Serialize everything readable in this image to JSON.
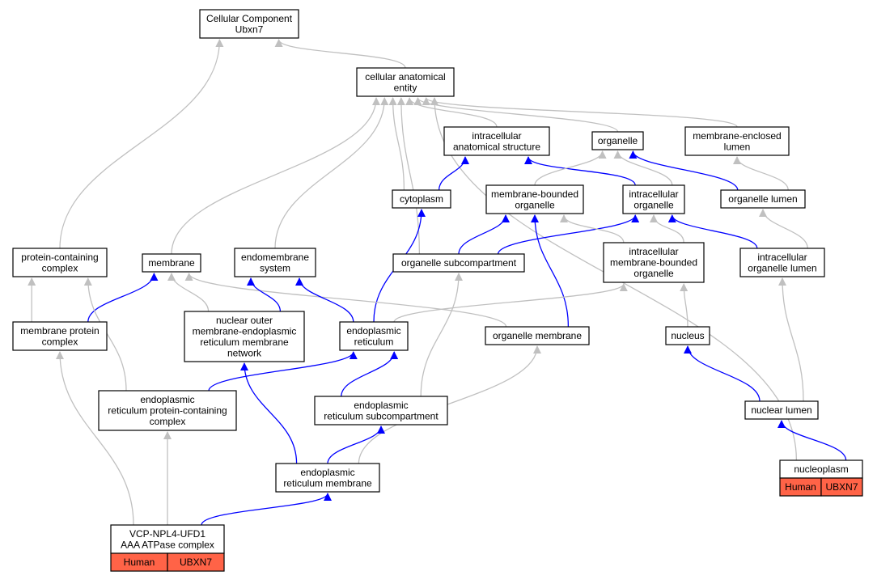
{
  "colors": {
    "is_a": "#c0c0c0",
    "part_of": "#0000ff",
    "annotation": "#ff6347"
  },
  "nodes": [
    {
      "id": "root",
      "lines": [
        "Cellular Component",
        "Ubxn7"
      ]
    },
    {
      "id": "cae",
      "lines": [
        "cellular anatomical",
        "entity"
      ]
    },
    {
      "id": "ias",
      "lines": [
        "intracellular",
        "anatomical structure"
      ]
    },
    {
      "id": "organelle",
      "lines": [
        "organelle"
      ]
    },
    {
      "id": "mel",
      "lines": [
        "membrane-enclosed",
        "lumen"
      ]
    },
    {
      "id": "cytoplasm",
      "lines": [
        "cytoplasm"
      ]
    },
    {
      "id": "mbo",
      "lines": [
        "membrane-bounded",
        "organelle"
      ]
    },
    {
      "id": "io",
      "lines": [
        "intracellular",
        "organelle"
      ]
    },
    {
      "id": "ol",
      "lines": [
        "organelle lumen"
      ]
    },
    {
      "id": "pcc",
      "lines": [
        "protein-containing",
        "complex"
      ]
    },
    {
      "id": "membrane",
      "lines": [
        "membrane"
      ]
    },
    {
      "id": "ems",
      "lines": [
        "endomembrane",
        "system"
      ]
    },
    {
      "id": "osc",
      "lines": [
        "organelle subcompartment"
      ]
    },
    {
      "id": "imbo",
      "lines": [
        "intracellular",
        "membrane-bounded",
        "organelle"
      ]
    },
    {
      "id": "iol",
      "lines": [
        "intracellular",
        "organelle lumen"
      ]
    },
    {
      "id": "mpc",
      "lines": [
        "membrane protein",
        "complex"
      ]
    },
    {
      "id": "noner",
      "lines": [
        "nuclear outer",
        "membrane-endoplasmic",
        "reticulum membrane",
        "network"
      ]
    },
    {
      "id": "er",
      "lines": [
        "endoplasmic",
        "reticulum"
      ]
    },
    {
      "id": "om",
      "lines": [
        "organelle membrane"
      ]
    },
    {
      "id": "nucleus",
      "lines": [
        "nucleus"
      ]
    },
    {
      "id": "erpcc",
      "lines": [
        "endoplasmic",
        "reticulum protein-containing",
        "complex"
      ]
    },
    {
      "id": "ersc",
      "lines": [
        "endoplasmic",
        "reticulum subcompartment"
      ]
    },
    {
      "id": "nl",
      "lines": [
        "nuclear lumen"
      ]
    },
    {
      "id": "erm",
      "lines": [
        "endoplasmic",
        "reticulum membrane"
      ]
    },
    {
      "id": "nucleoplasm",
      "lines": [
        "nucleoplasm"
      ],
      "tags": [
        "Human",
        "UBXN7"
      ]
    },
    {
      "id": "vcp",
      "lines": [
        "VCP-NPL4-UFD1",
        "AAA ATPase complex"
      ],
      "tags": [
        "Human",
        "UBXN7"
      ]
    }
  ],
  "edges": [
    {
      "from": "cae",
      "to": "root",
      "type": "is_a"
    },
    {
      "from": "pcc",
      "to": "root",
      "type": "is_a"
    },
    {
      "from": "ias",
      "to": "cae",
      "type": "is_a"
    },
    {
      "from": "organelle",
      "to": "cae",
      "type": "is_a"
    },
    {
      "from": "mel",
      "to": "cae",
      "type": "is_a"
    },
    {
      "from": "cytoplasm",
      "to": "cae",
      "type": "is_a"
    },
    {
      "from": "membrane",
      "to": "cae",
      "type": "is_a"
    },
    {
      "from": "ems",
      "to": "cae",
      "type": "is_a"
    },
    {
      "from": "osc",
      "to": "cae",
      "type": "is_a"
    },
    {
      "from": "nucleoplasm",
      "to": "cae",
      "type": "is_a"
    },
    {
      "from": "cytoplasm",
      "to": "ias",
      "type": "part_of"
    },
    {
      "from": "io",
      "to": "ias",
      "type": "part_of"
    },
    {
      "from": "mbo",
      "to": "organelle",
      "type": "is_a"
    },
    {
      "from": "io",
      "to": "organelle",
      "type": "is_a"
    },
    {
      "from": "ol",
      "to": "organelle",
      "type": "part_of"
    },
    {
      "from": "ol",
      "to": "mel",
      "type": "is_a"
    },
    {
      "from": "osc",
      "to": "mbo",
      "type": "part_of"
    },
    {
      "from": "osc",
      "to": "io",
      "type": "part_of"
    },
    {
      "from": "imbo",
      "to": "mbo",
      "type": "is_a"
    },
    {
      "from": "imbo",
      "to": "io",
      "type": "is_a"
    },
    {
      "from": "iol",
      "to": "io",
      "type": "part_of"
    },
    {
      "from": "iol",
      "to": "ol",
      "type": "is_a"
    },
    {
      "from": "er",
      "to": "cytoplasm",
      "type": "part_of"
    },
    {
      "from": "om",
      "to": "mbo",
      "type": "part_of"
    },
    {
      "from": "mpc",
      "to": "pcc",
      "type": "is_a"
    },
    {
      "from": "mpc",
      "to": "membrane",
      "type": "part_of"
    },
    {
      "from": "erpcc",
      "to": "pcc",
      "type": "is_a"
    },
    {
      "from": "noner",
      "to": "membrane",
      "type": "is_a"
    },
    {
      "from": "om",
      "to": "membrane",
      "type": "is_a"
    },
    {
      "from": "noner",
      "to": "ems",
      "type": "part_of"
    },
    {
      "from": "er",
      "to": "ems",
      "type": "part_of"
    },
    {
      "from": "ersc",
      "to": "osc",
      "type": "is_a"
    },
    {
      "from": "er",
      "to": "imbo",
      "type": "is_a"
    },
    {
      "from": "nucleus",
      "to": "imbo",
      "type": "is_a"
    },
    {
      "from": "nl",
      "to": "iol",
      "type": "is_a"
    },
    {
      "from": "vcp",
      "to": "mpc",
      "type": "is_a"
    },
    {
      "from": "erpcc",
      "to": "er",
      "type": "part_of"
    },
    {
      "from": "ersc",
      "to": "er",
      "type": "part_of"
    },
    {
      "from": "erm",
      "to": "om",
      "type": "is_a"
    },
    {
      "from": "nl",
      "to": "nucleus",
      "type": "part_of"
    },
    {
      "from": "vcp",
      "to": "erpcc",
      "type": "is_a"
    },
    {
      "from": "erm",
      "to": "noner",
      "type": "part_of"
    },
    {
      "from": "erm",
      "to": "ersc",
      "type": "part_of"
    },
    {
      "from": "nucleoplasm",
      "to": "nl",
      "type": "part_of"
    },
    {
      "from": "vcp",
      "to": "erm",
      "type": "part_of"
    }
  ]
}
